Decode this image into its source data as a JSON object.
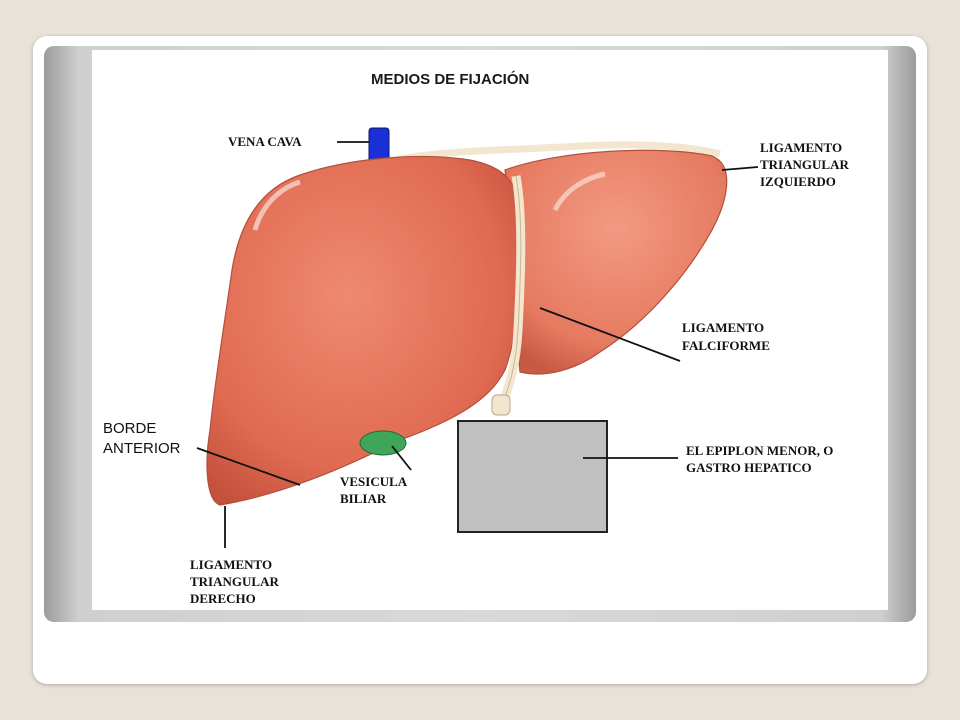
{
  "title": "MEDIOS DE FIJACIÓN",
  "labels": {
    "vena_cava": "VENA CAVA",
    "lig_triangular_izq": [
      "LIGAMENTO",
      "TRIANGULAR",
      "IZQUIERDO"
    ],
    "lig_falciforme": [
      "LIGAMENTO",
      "FALCIFORME"
    ],
    "borde_anterior": [
      "BORDE",
      "ANTERIOR"
    ],
    "vesicula_biliar": [
      "VESICULA",
      "BILIAR"
    ],
    "epiplon_menor": [
      "EL EPIPLON MENOR, O",
      "GASTRO HEPATICO"
    ],
    "lig_triangular_der": [
      "LIGAMENTO",
      "TRIANGULAR",
      "DERECHO"
    ]
  },
  "colors": {
    "liver": "#e5725a",
    "liver_light": "#f08b72",
    "liver_dark": "#c0503a",
    "vena_cava": "#1b2fd6",
    "gallbladder": "#3fa55a",
    "epiplon_box": "#c0c0c0",
    "ligament": "#f3e6cf"
  }
}
